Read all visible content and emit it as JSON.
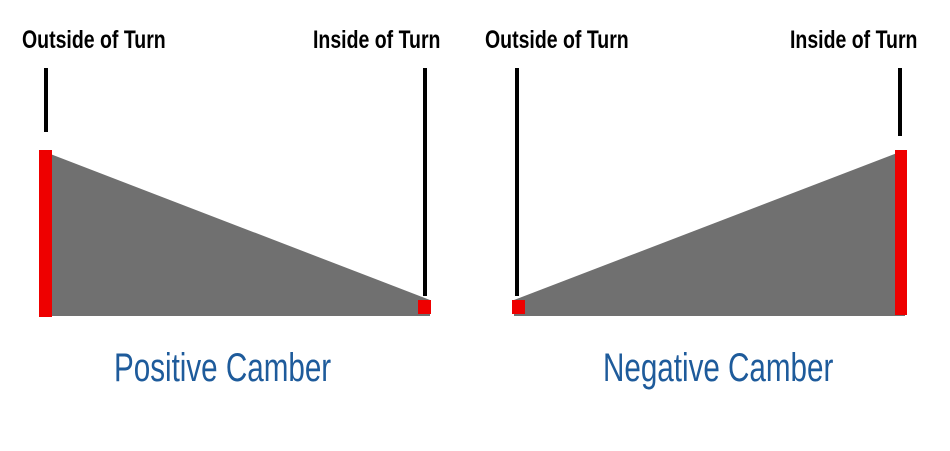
{
  "colors": {
    "wedge": "#707070",
    "marker": "#ee0000",
    "leader_line": "#000000",
    "caption": "#1e5b9b",
    "label": "#000000"
  },
  "diagrams": [
    {
      "caption": "Positive Camber",
      "labels": {
        "outside": "Outside of Turn",
        "inside": "Inside of Turn"
      }
    },
    {
      "caption": "Negative Camber",
      "labels": {
        "outside": "Outside of Turn",
        "inside": "Inside of Turn"
      }
    }
  ]
}
